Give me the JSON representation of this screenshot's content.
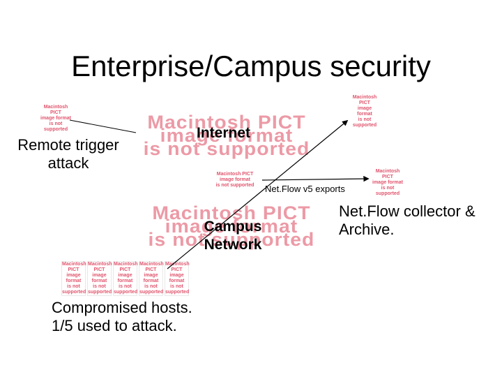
{
  "title": "Enterprise/Campus security",
  "pict_text": "Macintosh PICT\nimage format\nis not supported",
  "labels": {
    "remote_trigger": "Remote trigger\nattack",
    "internet": "Internet",
    "netflow_exports": "Net.Flow v5 exports",
    "campus_network": "Campus\nNetwork",
    "collector": "Net.Flow collector &\nArchive.",
    "compromised": "Compromised hosts.\n1/5 used to attack."
  }
}
